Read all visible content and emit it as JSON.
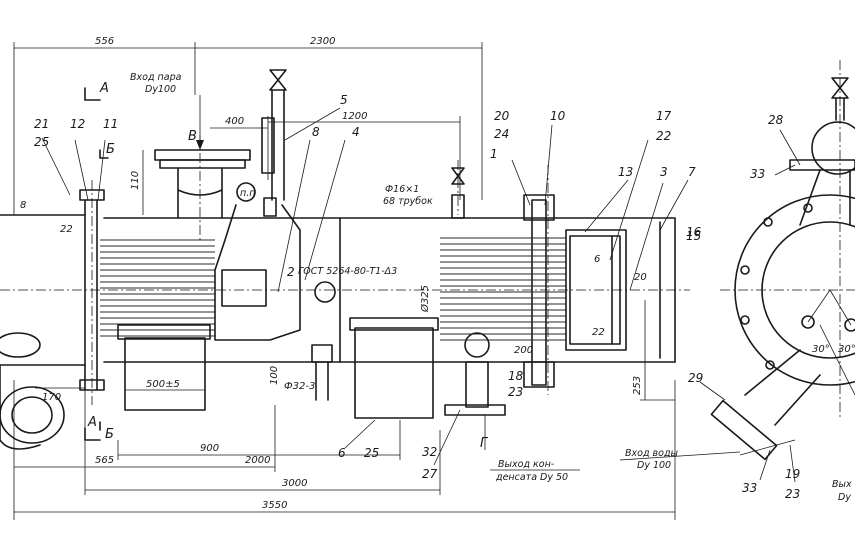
{
  "drawing": {
    "dimensions": {
      "d556": "556",
      "d2300": "2300",
      "d400": "400",
      "d1200": "1200",
      "d110": "110",
      "d170": "170",
      "d500": "500±5",
      "d200": "200",
      "d253": "253",
      "d100": "100",
      "d20": "20",
      "d22a": "22",
      "d22b": "22",
      "d900": "900",
      "d2000": "2000",
      "d565": "565",
      "d3000": "3000",
      "d3550": "3550",
      "d_325": "Ø325",
      "d_32": "Ф32-3",
      "d_g": "8",
      "d6": "6",
      "ang1": "30°",
      "ang2": "30°"
    },
    "annotations": {
      "steam_in_1": "Вход пара",
      "steam_in_2": "Dу100",
      "water_in_1": "Вход воды",
      "water_in_2": "Dу 100",
      "cond_out_1": "Выход кон-",
      "cond_out_2": "денсата Dу 50",
      "right_cut": "Вых",
      "right_cut_2": "Dу",
      "tubes_1": "Ф16×1",
      "tubes_2": "68 трубок",
      "gost": "ГОСТ 5264-80-Т1-Δ3",
      "np": "п.п"
    },
    "section_marks": {
      "a_top": "А",
      "a_bottom": "А",
      "b_top": "Б",
      "b_bottom": "Б",
      "v": "В",
      "g": "Г"
    },
    "callouts": {
      "c1": "1",
      "c2": "2",
      "c3": "3",
      "c4": "4",
      "c5": "5",
      "c6": "6",
      "c7": "7",
      "c8": "8",
      "c10": "10",
      "c11": "11",
      "c12": "12",
      "c13": "13",
      "c15": "15",
      "c16": "16",
      "c17": "17",
      "c18": "18",
      "c19": "19",
      "c20": "20",
      "c21": "21",
      "c22": "22",
      "c23a": "23",
      "c23b": "23",
      "c24": "24",
      "c25a": "25",
      "c25b": "25",
      "c27": "27",
      "c28": "28",
      "c29": "29",
      "c32": "32",
      "c33a": "33",
      "c33b": "33"
    }
  }
}
